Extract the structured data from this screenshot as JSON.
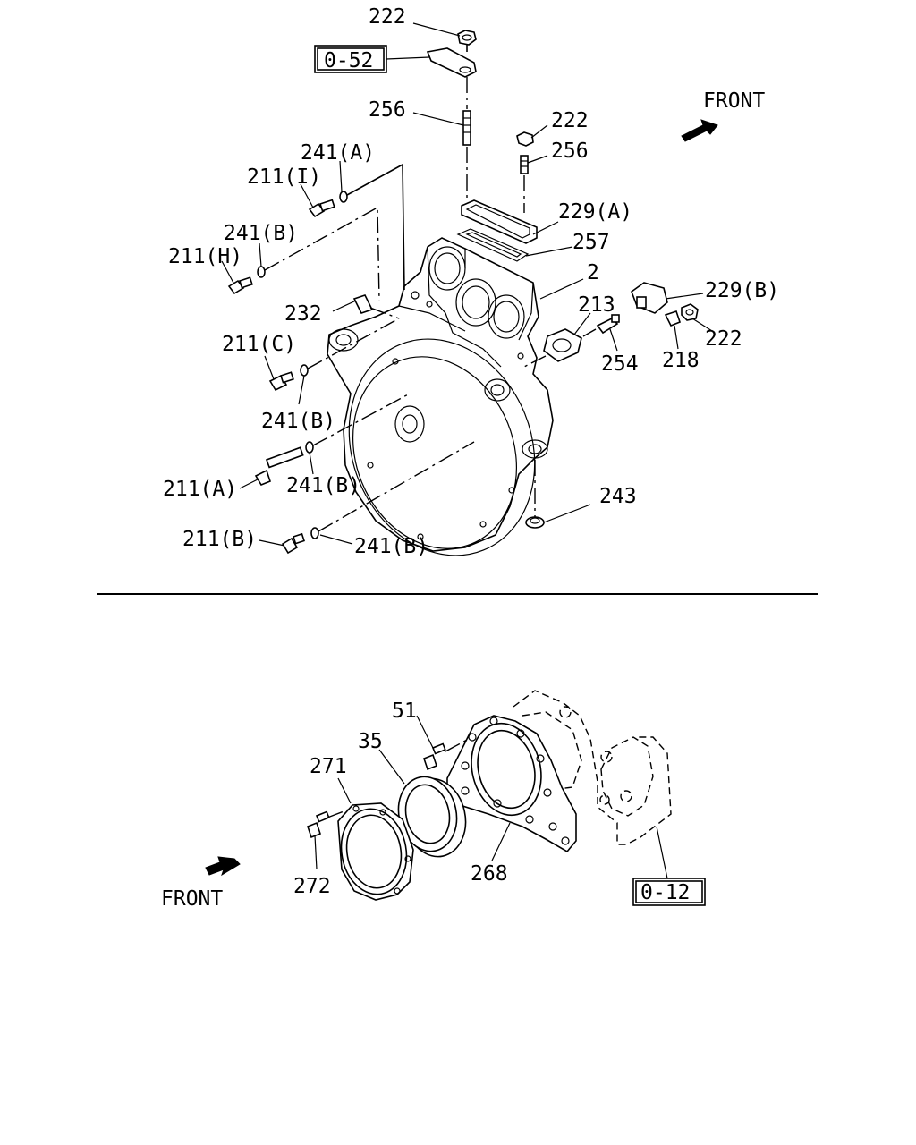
{
  "upper": {
    "front_label": "FRONT",
    "ref_box": "0-52",
    "labels": {
      "p222_top": "222",
      "p256_left": "256",
      "p222_right": "222",
      "p256_right": "256",
      "p241a": "241(A)",
      "p211i": "211(I)",
      "p241b_1": "241(B)",
      "p211h": "211(H)",
      "p229a": "229(A)",
      "p257": "257",
      "p2": "2",
      "p232": "232",
      "p213": "213",
      "p229b": "229(B)",
      "p222_side": "222",
      "p254": "254",
      "p218": "218",
      "p211c": "211(C)",
      "p241b_2": "241(B)",
      "p211a": "211(A)",
      "p241b_3": "241(B)",
      "p243": "243",
      "p211b": "211(B)",
      "p241b_4": "241(B)"
    }
  },
  "lower": {
    "front_label": "FRONT",
    "ref_box": "0-12",
    "labels": {
      "p51": "51",
      "p35": "35",
      "p271": "271",
      "p272": "272",
      "p268": "268"
    }
  }
}
